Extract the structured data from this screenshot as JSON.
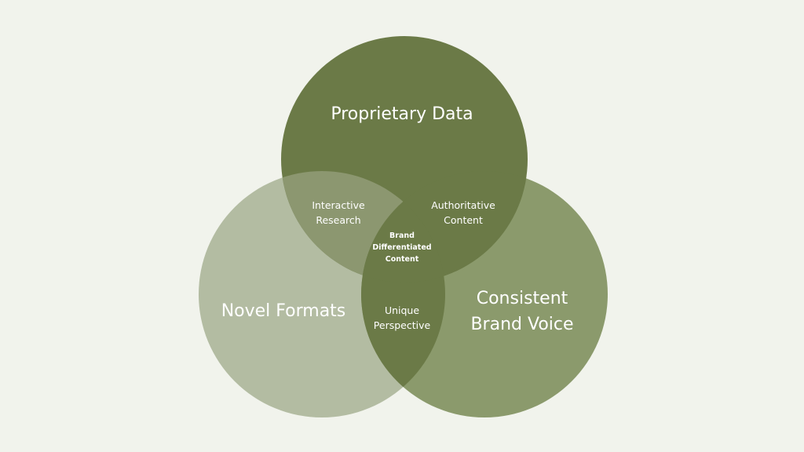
{
  "colors": {
    "background": "#f1f3ec",
    "top_circle": "#6b7a47",
    "left_circle": "#b3bca2",
    "right_circle": "#8b9a6c",
    "top_left_overlap": "#8c9770",
    "top_right_overlap": "#6b7a47",
    "bottom_overlap": "#6b7a47",
    "center_overlap": "#6b7a47",
    "label_text": "#ffffff"
  },
  "circles": {
    "top": {
      "label": "Proprietary Data"
    },
    "left": {
      "label": "Novel Formats"
    },
    "right": {
      "label_line1": "Consistent",
      "label_line2": "Brand Voice"
    }
  },
  "overlaps": {
    "top_left": {
      "line1": "Interactive",
      "line2": "Research"
    },
    "top_right": {
      "line1": "Authoritative",
      "line2": "Content"
    },
    "bottom": {
      "line1": "Unique",
      "line2": "Perspective"
    },
    "center": {
      "line1": "Brand",
      "line2": "Differentiated",
      "line3": "Content"
    }
  }
}
